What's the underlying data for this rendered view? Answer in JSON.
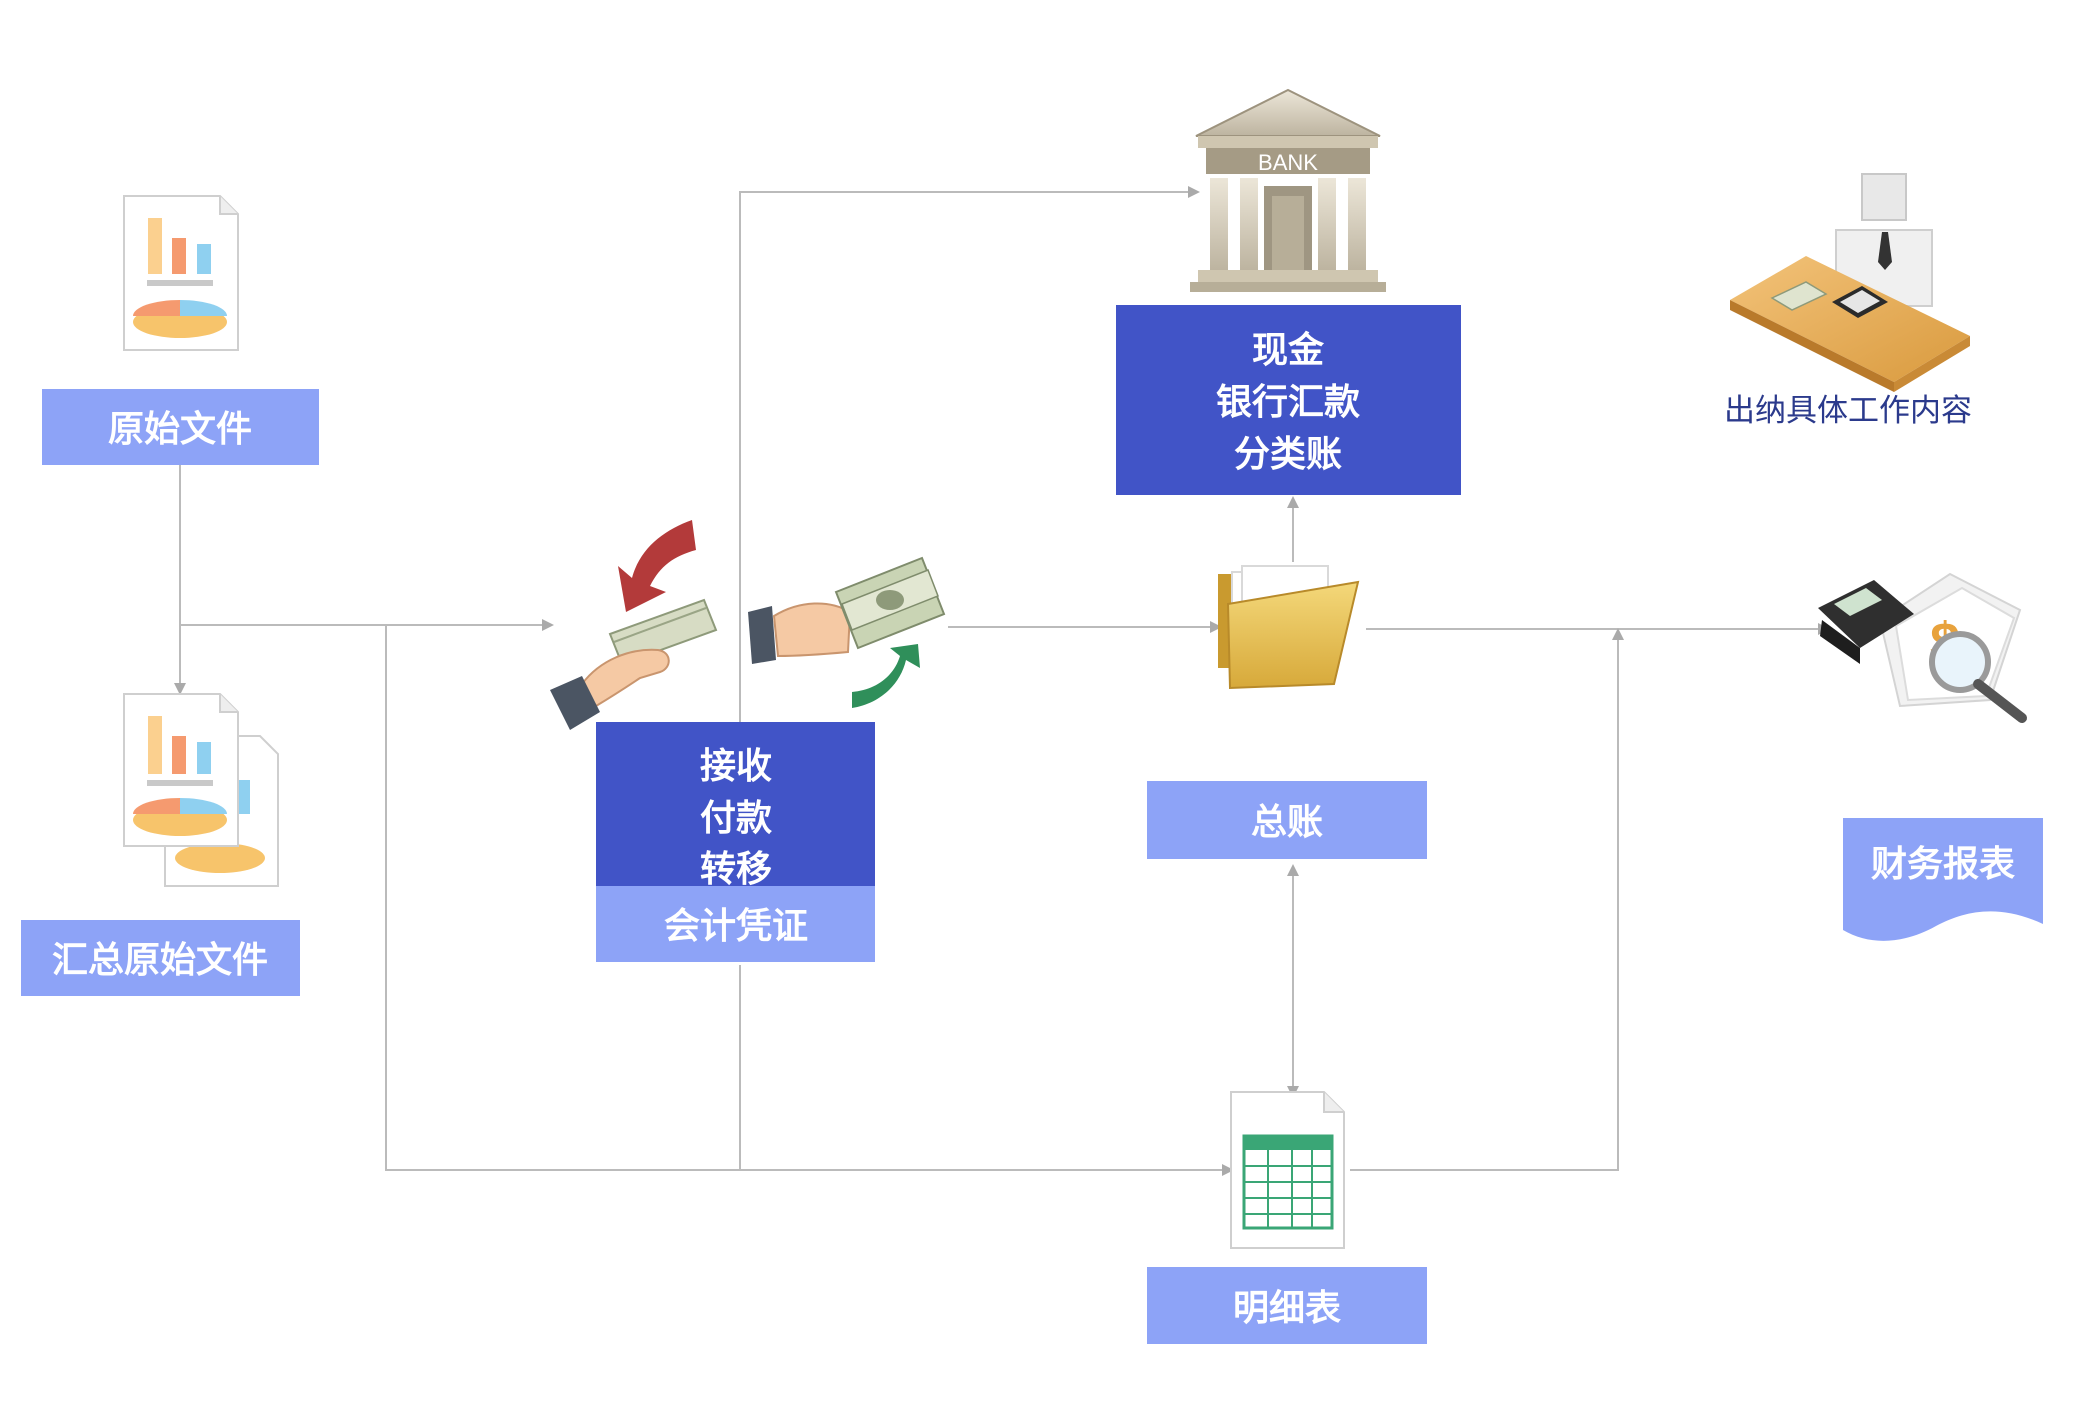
{
  "nodes": {
    "original_docs": "原始文件",
    "summary_docs": "汇总原始文件",
    "voucher_lines": [
      "接收",
      "付款",
      "转移"
    ],
    "voucher": "会计凭证",
    "ledger_lines": [
      "现金",
      "银行汇款",
      "分类账"
    ],
    "general_ledger": "总账",
    "detail_sheet": "明细表",
    "financial_report": "财务报表",
    "cashier_title": "出纳具体工作内容"
  },
  "icons": {
    "bank_sign": "BANK"
  },
  "colors": {
    "dark_box": "#4154c7",
    "light_box": "#8da3f7",
    "connector": "#bbbbbb",
    "title_text": "#2b3a8c"
  }
}
